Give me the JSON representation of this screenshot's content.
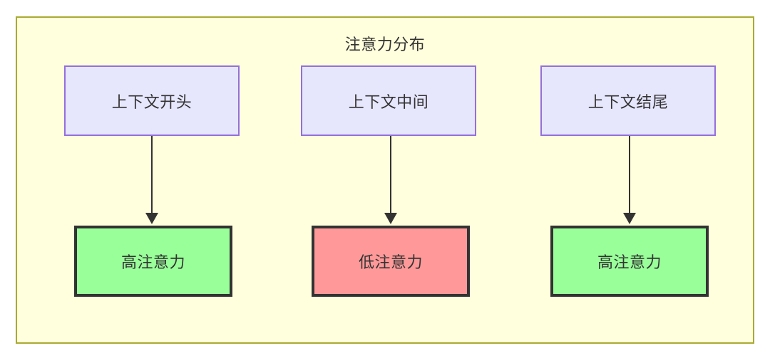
{
  "diagram": {
    "type": "flowchart",
    "title": "注意力分布",
    "container": {
      "fill": "#ffffdd",
      "stroke": "#aaaa33"
    },
    "columns": [
      {
        "id": "col-1",
        "source": {
          "label": "上下文开头",
          "fill": "#e6e6fd",
          "stroke": "#9370db"
        },
        "target": {
          "label": "高注意力",
          "fill": "#99ff99",
          "stroke": "#333333",
          "level": "high"
        },
        "edge": {
          "label": "",
          "style": "solid-arrow"
        }
      },
      {
        "id": "col-2",
        "source": {
          "label": "上下文中间",
          "fill": "#e6e6fd",
          "stroke": "#9370db"
        },
        "target": {
          "label": "低注意力",
          "fill": "#ff9999",
          "stroke": "#333333",
          "level": "low"
        },
        "edge": {
          "label": "",
          "style": "solid-arrow"
        }
      },
      {
        "id": "col-3",
        "source": {
          "label": "上下文结尾",
          "fill": "#e6e6fd",
          "stroke": "#9370db"
        },
        "target": {
          "label": "高注意力",
          "fill": "#99ff99",
          "stroke": "#333333",
          "level": "high"
        },
        "edge": {
          "label": "",
          "style": "solid-arrow"
        }
      }
    ]
  }
}
